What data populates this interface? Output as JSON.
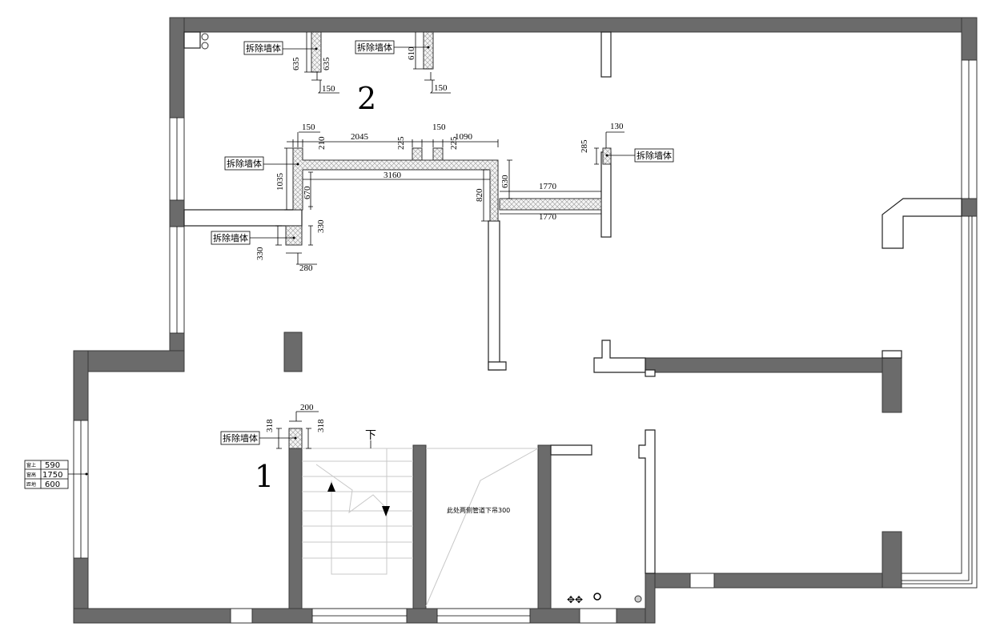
{
  "rooms": {
    "room_1": "1",
    "room_2": "2"
  },
  "tags": {
    "remove_wall": "拆除墙体"
  },
  "stair": {
    "down_label": "下"
  },
  "note": {
    "pipe": "此处两侧管道下吊300"
  },
  "window_info": {
    "label_sill": "窗上",
    "value_sill": "590",
    "label_height": "窗高",
    "value_height": "1750",
    "label_floor": "距地",
    "value_floor": "600"
  },
  "dims": {
    "d635a": "635",
    "d635b": "635",
    "d150a": "150",
    "d610": "610",
    "d150b": "150",
    "d150c": "150",
    "d210": "210",
    "d2045": "2045",
    "d225a": "225",
    "d150d": "150",
    "d225b": "225",
    "d1090": "1090",
    "d1035": "1035",
    "d670": "670",
    "d3160": "3160",
    "d820": "820",
    "d630": "630",
    "d1770a": "1770",
    "d1770b": "1770",
    "d130": "130",
    "d285": "285",
    "d330a": "330",
    "d330b": "330",
    "d280": "280",
    "d200": "200",
    "d318a": "318",
    "d318b": "318"
  }
}
